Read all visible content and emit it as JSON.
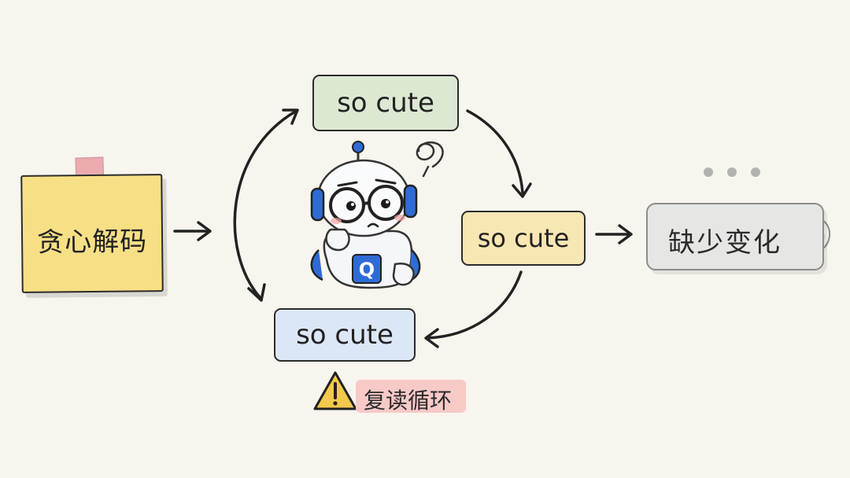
{
  "note": {
    "text": "贪心解码"
  },
  "loop": {
    "top": "so cute",
    "right": "so cute",
    "bottom": "so cute"
  },
  "result": {
    "text": "缺少变化"
  },
  "warning": {
    "text": "复读循环"
  },
  "robot": {
    "badge": "Q"
  },
  "colors": {
    "note": "#f7df85",
    "top_box": "#dde8d3",
    "right_box": "#f8e6b3",
    "bottom_box": "#dce7f6",
    "result_box": "#e6e6e4",
    "warning_tag": "#f7c9c7",
    "warning_triangle": "#f2c94c",
    "robot_accent": "#2e6bd6"
  },
  "icons": [
    "arrow-icon",
    "robot-icon",
    "confused-swirl-icon",
    "scribble-icon",
    "warning-icon",
    "ellipsis-icon"
  ]
}
